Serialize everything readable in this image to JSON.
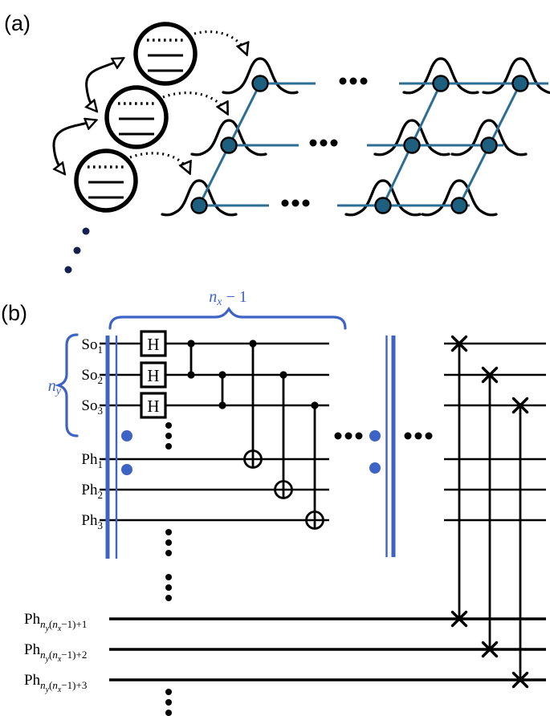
{
  "panel_a": {
    "label": "(a)"
  },
  "panel_b": {
    "label": "(b)",
    "top_brace_label": {
      "var": "n",
      "sub": "x",
      "rest": " − 1"
    },
    "left_brace_label": {
      "var": "n",
      "sub": "y"
    },
    "hadamard": "H",
    "source_wires": [
      {
        "base": "So",
        "sub": "1"
      },
      {
        "base": "So",
        "sub": "2"
      },
      {
        "base": "So",
        "sub": "3"
      }
    ],
    "phonon_wires": [
      {
        "base": "Ph",
        "sub": "1"
      },
      {
        "base": "Ph",
        "sub": "2"
      },
      {
        "base": "Ph",
        "sub": "3"
      }
    ],
    "phonon_far_wires": [
      {
        "base": "Ph",
        "sub_var1": "n",
        "sub_sub1": "y",
        "sub_mid": "(",
        "sub_var2": "n",
        "sub_sub2": "x",
        "sub_end": "−1)+1"
      },
      {
        "base": "Ph",
        "sub_var1": "n",
        "sub_sub1": "y",
        "sub_mid": "(",
        "sub_var2": "n",
        "sub_sub2": "x",
        "sub_end": "−1)+2"
      },
      {
        "base": "Ph",
        "sub_var1": "n",
        "sub_sub1": "y",
        "sub_mid": "(",
        "sub_var2": "n",
        "sub_sub2": "x",
        "sub_end": "−1)+3"
      }
    ]
  },
  "colors": {
    "blue": "#3d63c4",
    "teal": "#2e6e95",
    "teal_dark": "#1e5f80",
    "navy": "#13214d",
    "ink": "#000000"
  }
}
